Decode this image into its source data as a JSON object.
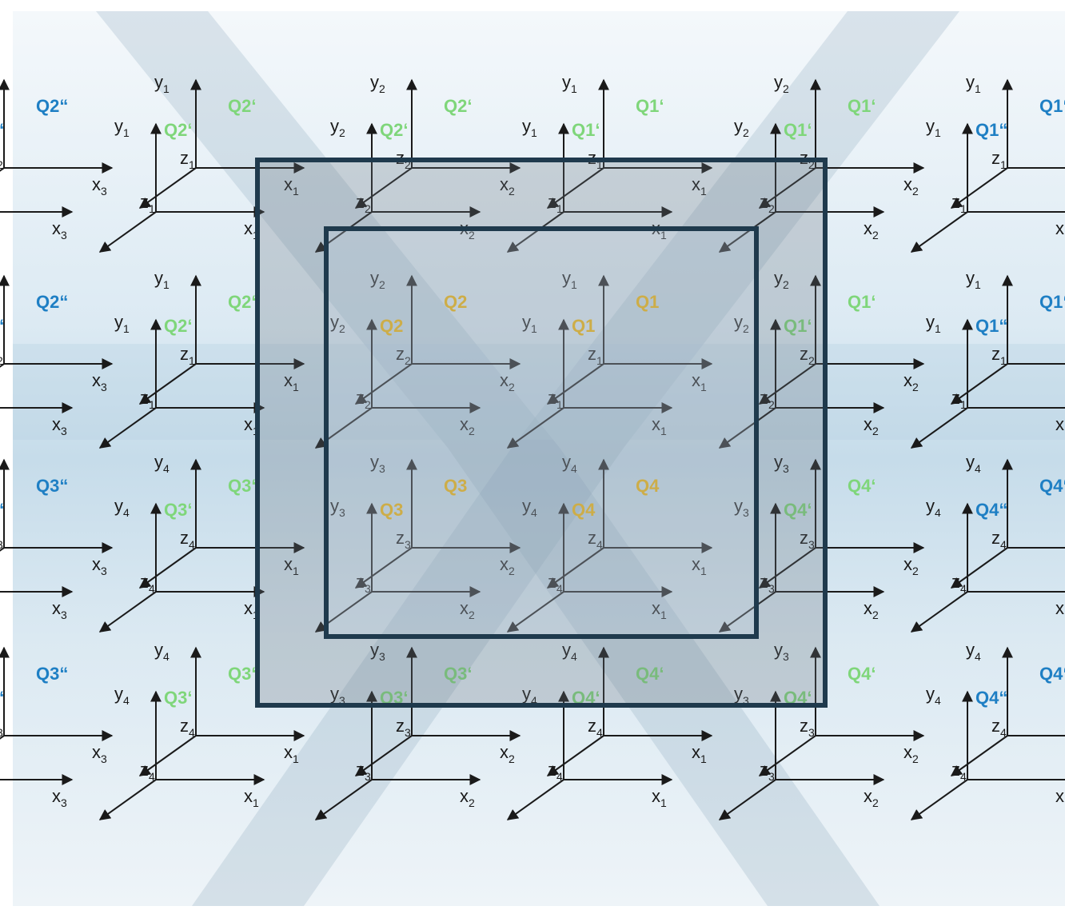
{
  "diagram": {
    "colors": {
      "background_top": "#eef4f9",
      "background_mid": "#cfe2ef",
      "background_bottom": "#e6f0f7",
      "axis": "#1a1a1a",
      "core_quadrant": "#f4b400",
      "first_image": "#7fd67a",
      "second_image": "#1e7fc4",
      "frame": "#1f3a4d",
      "outer_box_fill": "#6b7680"
    },
    "axis_names": {
      "x": "x",
      "y": "y",
      "z": "z"
    },
    "quadrant_tags": {
      "core": [
        "Q1",
        "Q2",
        "Q3",
        "Q4"
      ],
      "first_image": [
        "Q1‘",
        "Q2‘",
        "Q3‘",
        "Q4‘"
      ],
      "second_image": [
        "Q1“",
        "Q2“",
        "Q3“",
        "Q4“"
      ]
    },
    "frames": [
      "outer-frame",
      "inner-frame"
    ]
  }
}
